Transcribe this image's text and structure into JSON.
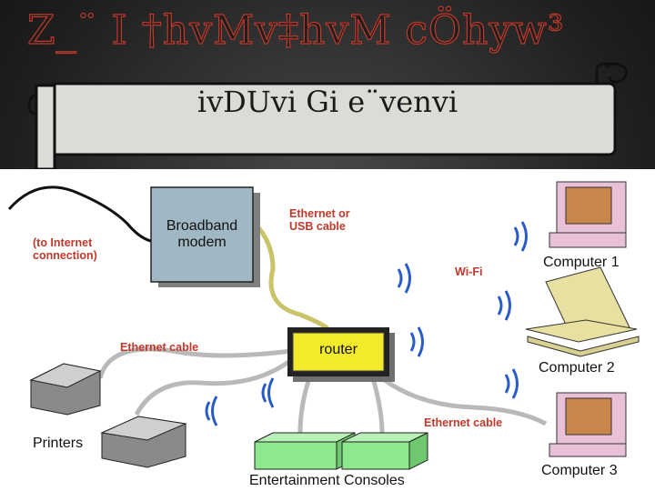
{
  "title": "Z_¨ I †hv​Mv‡hv​M cÖhyw³",
  "banner": {
    "text": "iv​DUvi Gi e¨venvi"
  },
  "diagram": {
    "modem_line1": "Broadband",
    "modem_line2": "modem",
    "router": "router",
    "to_internet_line1": "(to Internet",
    "to_internet_line2": "connection)",
    "ethernet_usb_line1": "Ethernet or",
    "ethernet_usb_line2": "USB cable",
    "wifi": "Wi-Fi",
    "ethernet_cable_left": "Ethernet cable",
    "ethernet_cable_right": "Ethernet cable",
    "computer1": "Computer 1",
    "computer2": "Computer 2",
    "computer3": "Computer 3",
    "printers": "Printers",
    "consoles": "Entertainment Consoles"
  },
  "colors": {
    "title_outline": "#c0392b",
    "label_red": "#c0392b",
    "router_fill": "#f2ea2a",
    "modem_fill": "#9fb8c4",
    "console_fill": "#8ee88e",
    "cable": "#b9b9b9",
    "wifi_wave": "#2a5cc8"
  }
}
